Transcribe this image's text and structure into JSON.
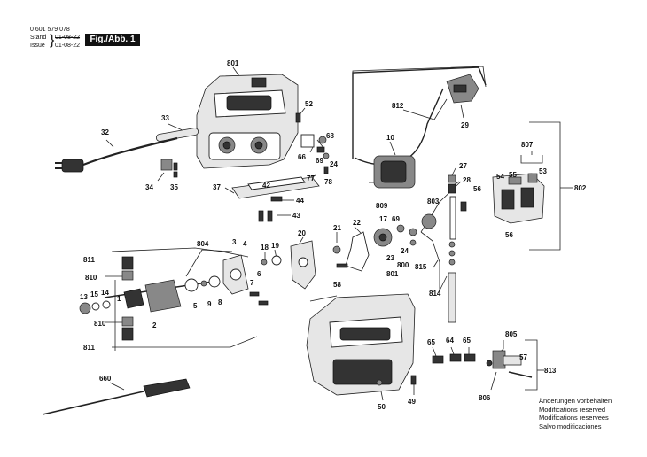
{
  "header": {
    "part_number": "0 601 579 078",
    "stand_label": "Stand",
    "stand_value_struck": "01-08-22",
    "issue_label": "Issue",
    "issue_value": "01-08-22",
    "figure_label": "Fig./Abb. 1"
  },
  "notes": [
    "Änderungen vorbehalten",
    "Modifications reserved",
    "Modifications reservees",
    "Salvo modificaciones"
  ],
  "callouts": {
    "c801a": "801",
    "c52": "52",
    "c33": "33",
    "c32": "32",
    "c812": "812",
    "c29": "29",
    "c68": "68",
    "c66": "66",
    "c69": "69",
    "c24a": "24",
    "c78": "78",
    "c77": "77",
    "c34": "34",
    "c35": "35",
    "c37": "37",
    "c42": "42",
    "c44": "44",
    "c43": "43",
    "c10": "10",
    "c27": "27",
    "c28": "28",
    "c807": "807",
    "c54": "54",
    "c55": "55",
    "c53": "53",
    "c56a": "56",
    "c802": "802",
    "c56b": "56",
    "c803": "803",
    "c809": "809",
    "c17": "17",
    "c69b": "69",
    "c24b": "24",
    "c23": "23",
    "c800": "800",
    "c801b": "801",
    "c815": "815",
    "c814": "814",
    "c22": "22",
    "c21": "21",
    "c20": "20",
    "c58": "58",
    "c804": "804",
    "c3": "3",
    "c4": "4",
    "c18": "18",
    "c19": "19",
    "c811a": "811",
    "c810a": "810",
    "c13": "13",
    "c15": "15",
    "c14": "14",
    "c1": "1",
    "c5": "5",
    "c9": "9",
    "c8": "8",
    "c7": "7",
    "c6": "6",
    "c810b": "810",
    "c2": "2",
    "c811b": "811",
    "c65a": "65",
    "c64": "64",
    "c65b": "65",
    "c805": "805",
    "c57": "57",
    "c813": "813",
    "c806": "806",
    "c660": "660",
    "c50": "50",
    "c49": "49"
  }
}
